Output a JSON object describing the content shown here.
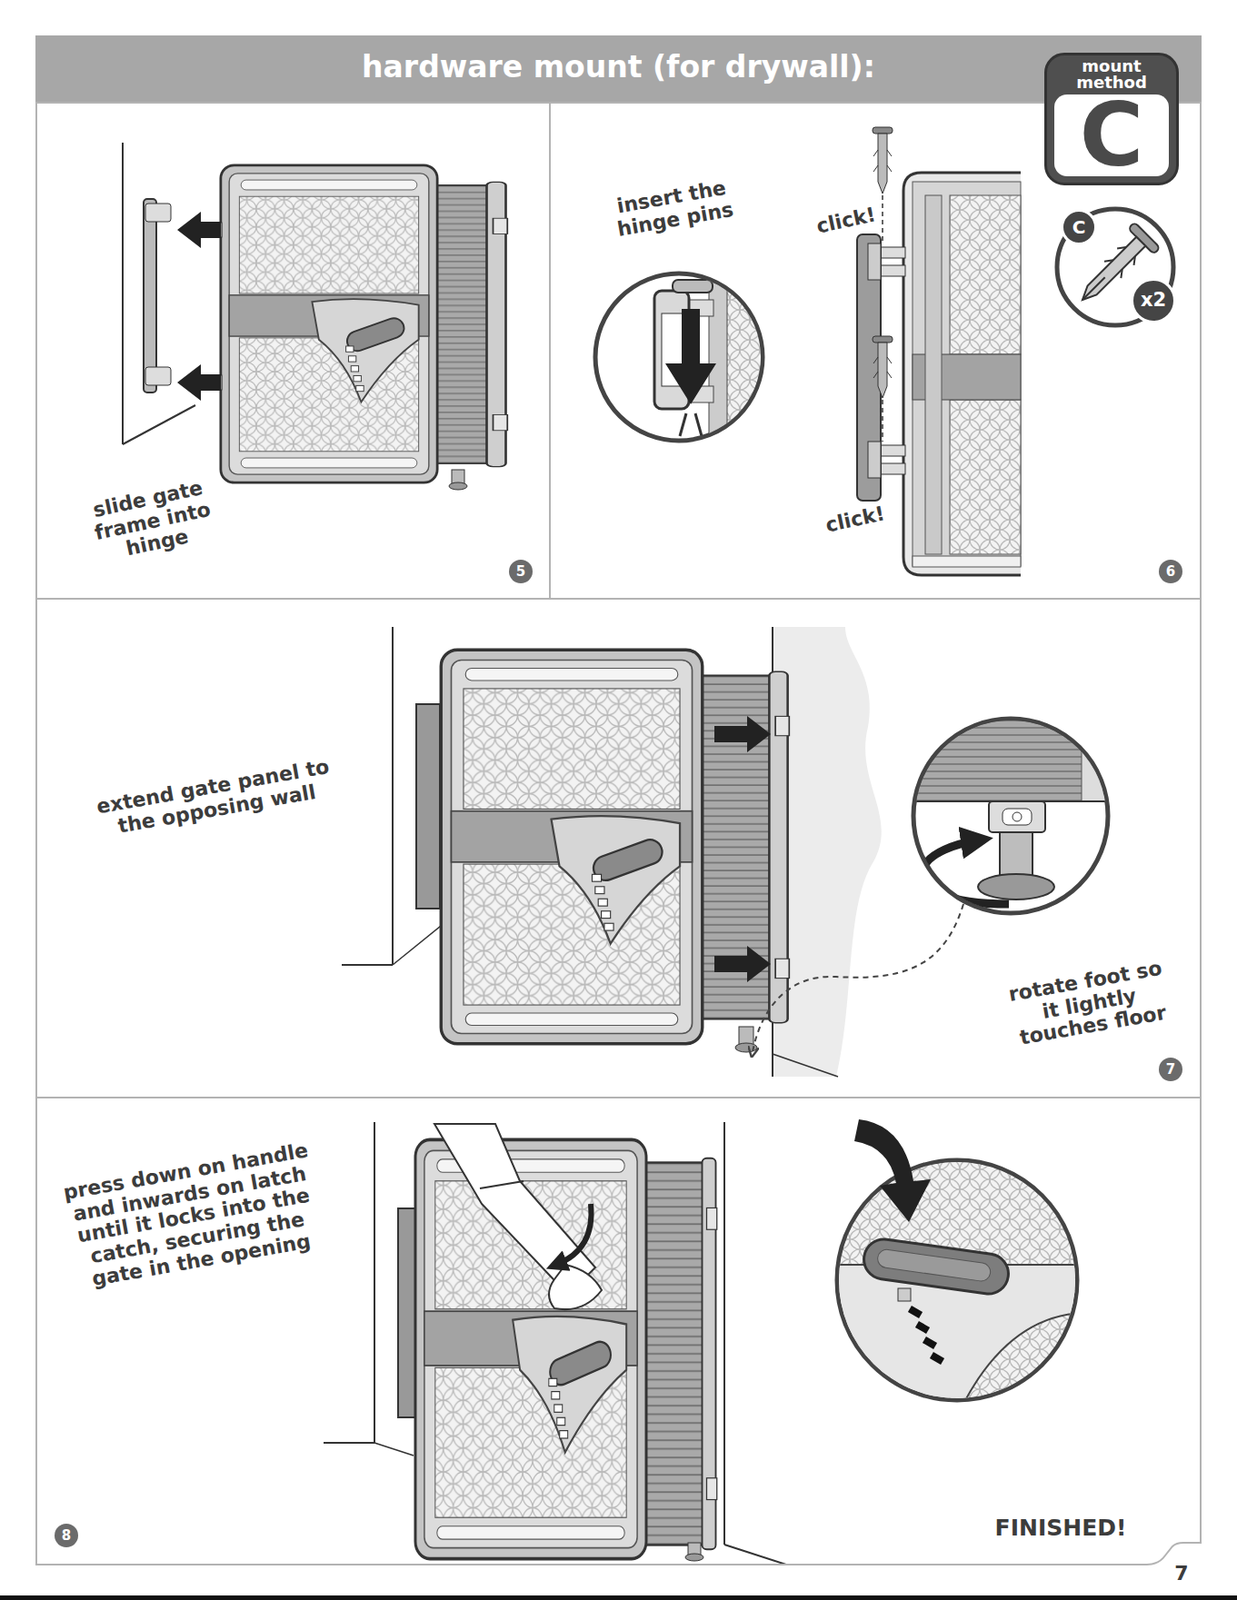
{
  "diagram": {
    "title": "hardware mount (for drywall):",
    "nodes": [
      {
        "text": [
          "slide gate frame into hinge"
        ]
      },
      {
        "text": [
          "5"
        ],
        "in": 0
      },
      {
        "text": [
          "insert the hinge pins",
          "click!",
          "click!"
        ]
      },
      {
        "text": [
          "6"
        ],
        "in": 2
      },
      {
        "text": [
          "mount method",
          "C"
        ]
      },
      {
        "text": [
          "C"
        ]
      },
      {
        "text": [
          "x2"
        ]
      },
      {
        "text": [
          "extend gate panel to the opposing wall",
          "rotate foot so it lightly touches floor"
        ]
      },
      {
        "text": [
          "7"
        ],
        "in": 7
      },
      {
        "text": [
          "press down on handle and inwards on latch until it locks into the catch, securing the gate in the opening",
          "FINISHED!"
        ]
      },
      {
        "text": [
          "8"
        ],
        "in": 9
      }
    ],
    "labels": [
      "7"
    ]
  }
}
